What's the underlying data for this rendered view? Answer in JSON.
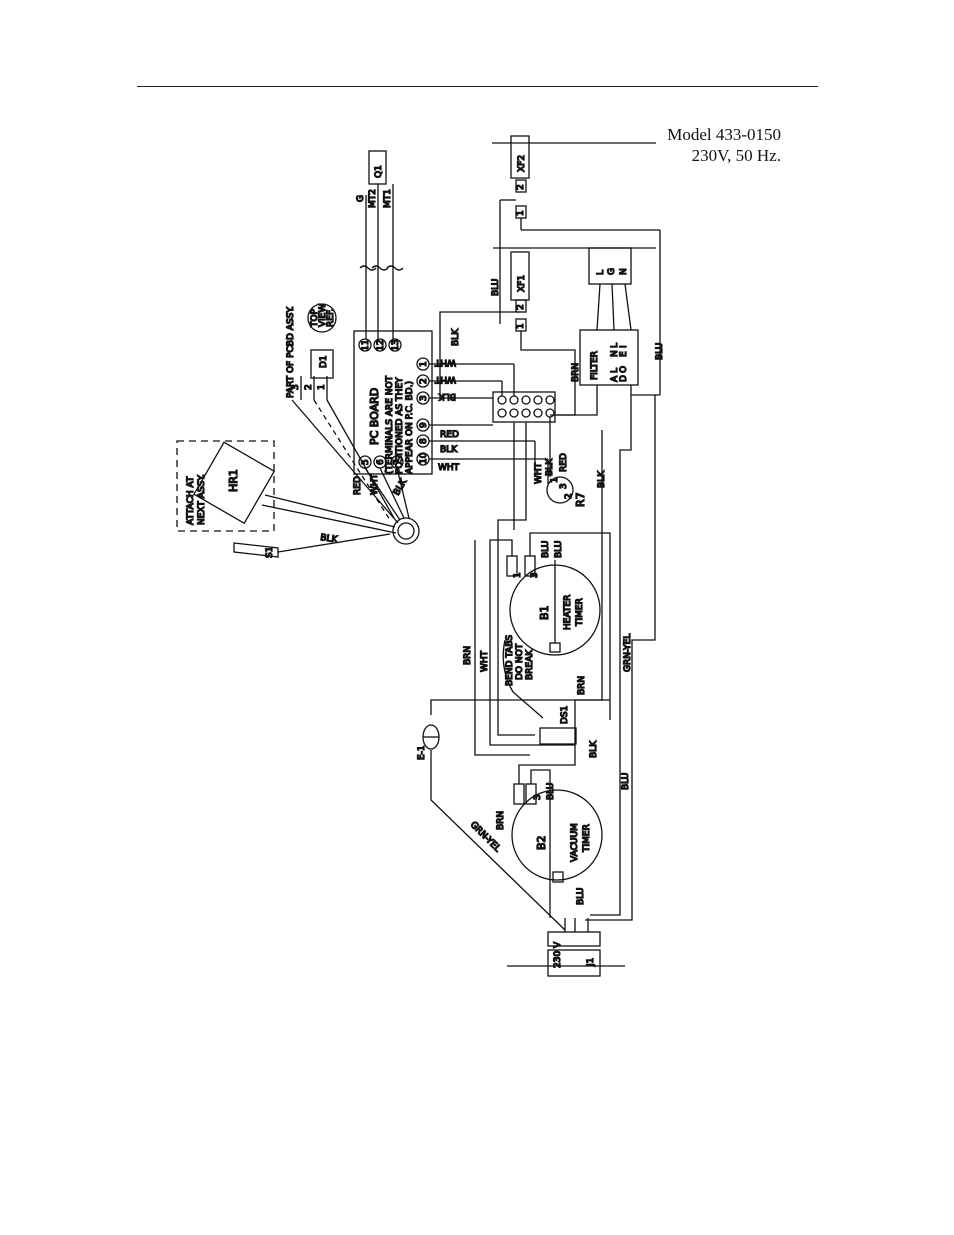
{
  "header": {
    "model": "Model 433-0150",
    "rating": "230V, 50 Hz."
  },
  "components": {
    "hr1": "HR1",
    "attach": "ATTACH AT",
    "attach2": "NEXT ASSY.",
    "d1": "D1",
    "d1_note": "PART OF PCBD ASSY.",
    "d1_pins": [
      "3",
      "2",
      "1"
    ],
    "top_view": [
      "TOP",
      "VIEW",
      "REF."
    ],
    "pc_board": "PC BOARD",
    "pc_note1": "(TERMINALS ARE NOT",
    "pc_note2": "POSITIONED AS THEY",
    "pc_note3": "APPEAR ON P.C. BD.)",
    "q1": "Q1",
    "xf1": "XF1",
    "xf2": "XF2",
    "filter": "FILTER",
    "filter_line_pins": [
      "L",
      "G",
      "N"
    ],
    "filter_in": [
      "L",
      "I",
      "N",
      "E"
    ],
    "filter_out": [
      "L",
      "O",
      "A",
      "D"
    ],
    "r7": "R7",
    "b1": "B1",
    "b1_name": [
      "HEATER",
      "TIMER"
    ],
    "b2": "B2",
    "b2_name": [
      "VACUUM",
      "TIMER"
    ],
    "ds1": "DS1",
    "e1": "E-1",
    "j1": "J1",
    "v230": "230 V",
    "bend_tabs": [
      "BEND TABS",
      "DO NOT",
      "BREAK"
    ],
    "s1": "S1"
  },
  "terminals": {
    "left": [
      "5",
      "6",
      "7",
      "10"
    ],
    "mid": [
      "1",
      "2",
      "3",
      "8",
      "9"
    ],
    "top": [
      "11",
      "12",
      "13"
    ],
    "r7_pins": [
      "1",
      "3",
      "2"
    ],
    "xf_pins": [
      "1",
      "2"
    ],
    "timer_pins": [
      "1",
      "3"
    ]
  },
  "wires": {
    "blk": "BLK",
    "wht": "WHT",
    "red": "RED",
    "brn": "BRN",
    "blu": "BLU",
    "grn_yel": "GRN-YEL",
    "g": "G",
    "mt2": "MT2",
    "mt1": "MT1"
  }
}
